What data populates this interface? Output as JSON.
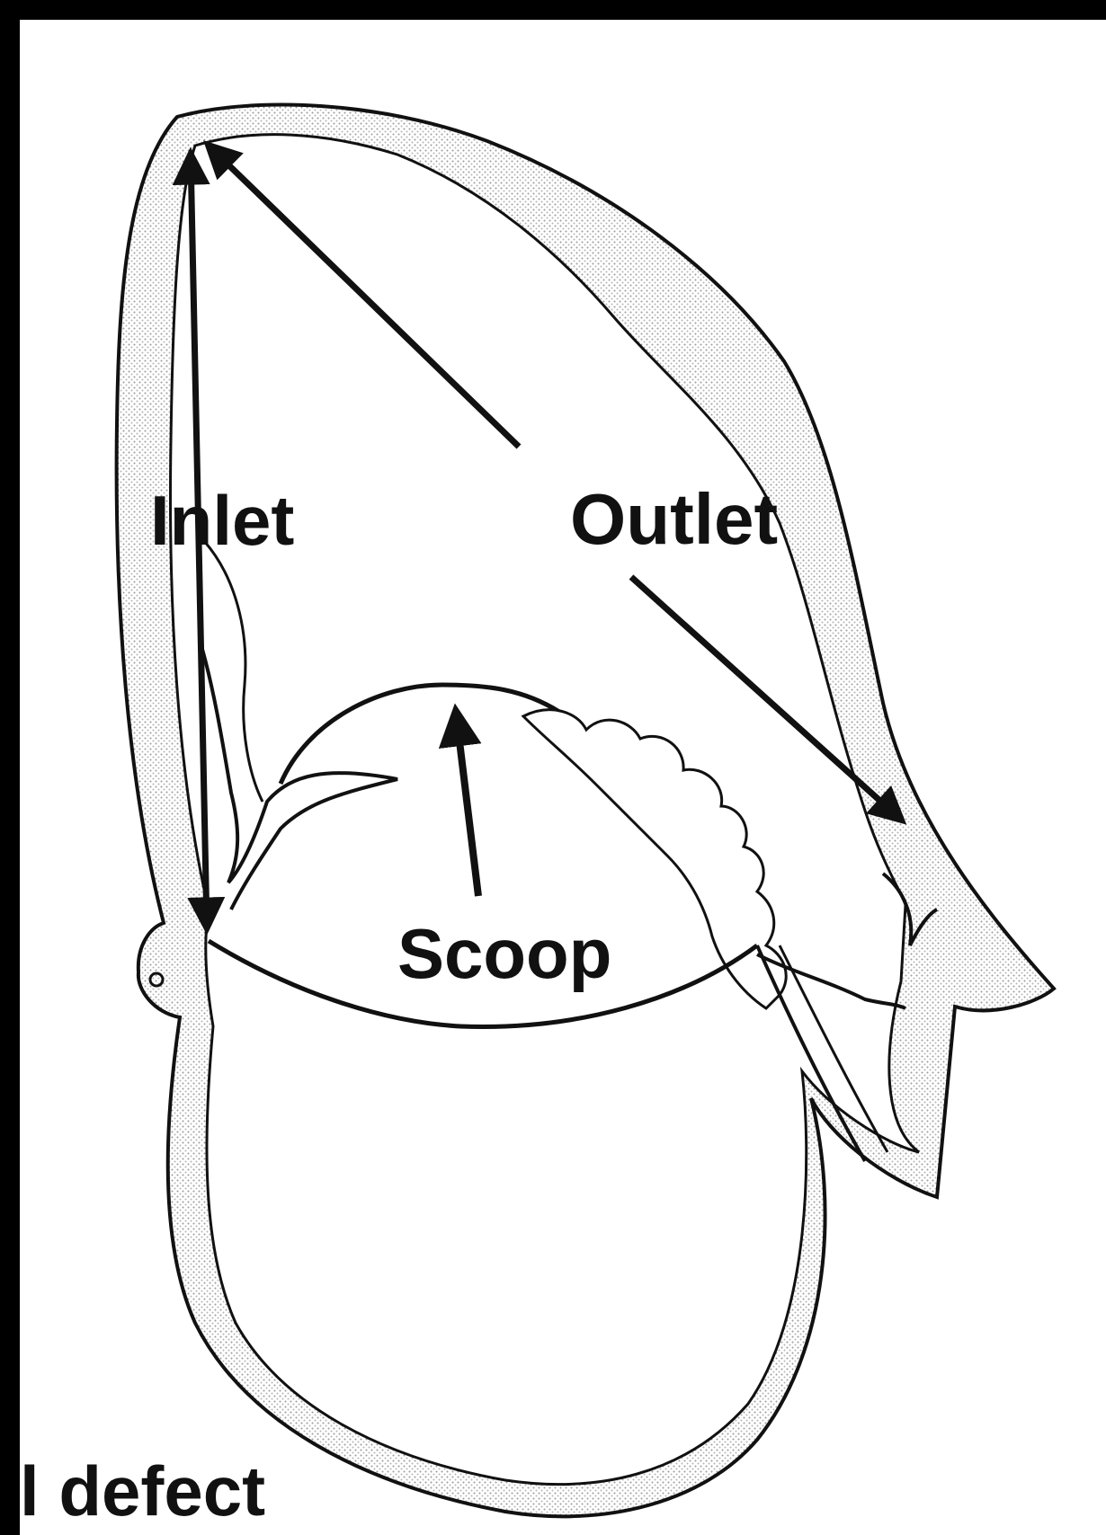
{
  "labels": {
    "inlet": "Inlet",
    "outlet": "Outlet",
    "scoop": "Scoop",
    "defect": "l defect"
  },
  "colors": {
    "background": "#000000",
    "panel": "#ffffff",
    "ink": "#111111",
    "stipple": "#bdbdbd"
  }
}
